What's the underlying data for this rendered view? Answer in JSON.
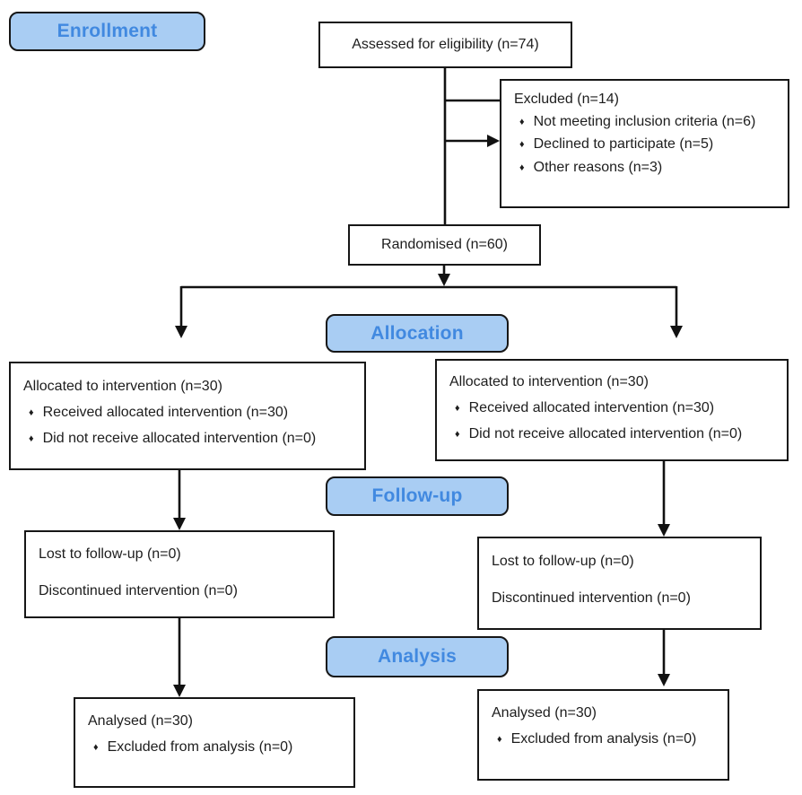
{
  "diagram": {
    "title_hint": "CONSORT participant flow diagram",
    "bullet": "♦",
    "colors": {
      "badge_fill": "#a9cdf3",
      "badge_text": "#4189e0",
      "box_border": "#161616",
      "line": "#111111"
    },
    "stages": [
      {
        "label": "Enrollment"
      },
      {
        "label": "Allocation"
      },
      {
        "label": "Follow-up"
      },
      {
        "label": "Analysis"
      }
    ],
    "boxes": {
      "assessed": {
        "text": "Assessed for eligibility (n=74)"
      },
      "excluded": {
        "title": "Excluded (n=14)",
        "items": [
          "Not meeting inclusion criteria (n=6)",
          "Declined to participate (n=5)",
          "Other reasons (n=3)"
        ]
      },
      "randomised": {
        "text": "Randomised (n=60)"
      },
      "alloc_left": {
        "title": "Allocated to intervention (n=30)",
        "items": [
          "Received allocated intervention (n=30)",
          "Did not receive allocated intervention (n=0)"
        ]
      },
      "alloc_right": {
        "title": "Allocated to intervention (n=30)",
        "items": [
          "Received allocated intervention (n=30)",
          "Did not receive allocated intervention (n=0)"
        ]
      },
      "followup_left": {
        "lines": [
          "Lost to follow-up (n=0)",
          "Discontinued intervention (n=0)"
        ]
      },
      "followup_right": {
        "lines": [
          "Lost to follow-up (n=0)",
          "Discontinued intervention (n=0)"
        ]
      },
      "analysis_left": {
        "title": "Analysed (n=30)",
        "items": [
          "Excluded from analysis (n=0)"
        ]
      },
      "analysis_right": {
        "title": "Analysed (n=30)",
        "items": [
          "Excluded from analysis (n=0)"
        ]
      }
    }
  }
}
